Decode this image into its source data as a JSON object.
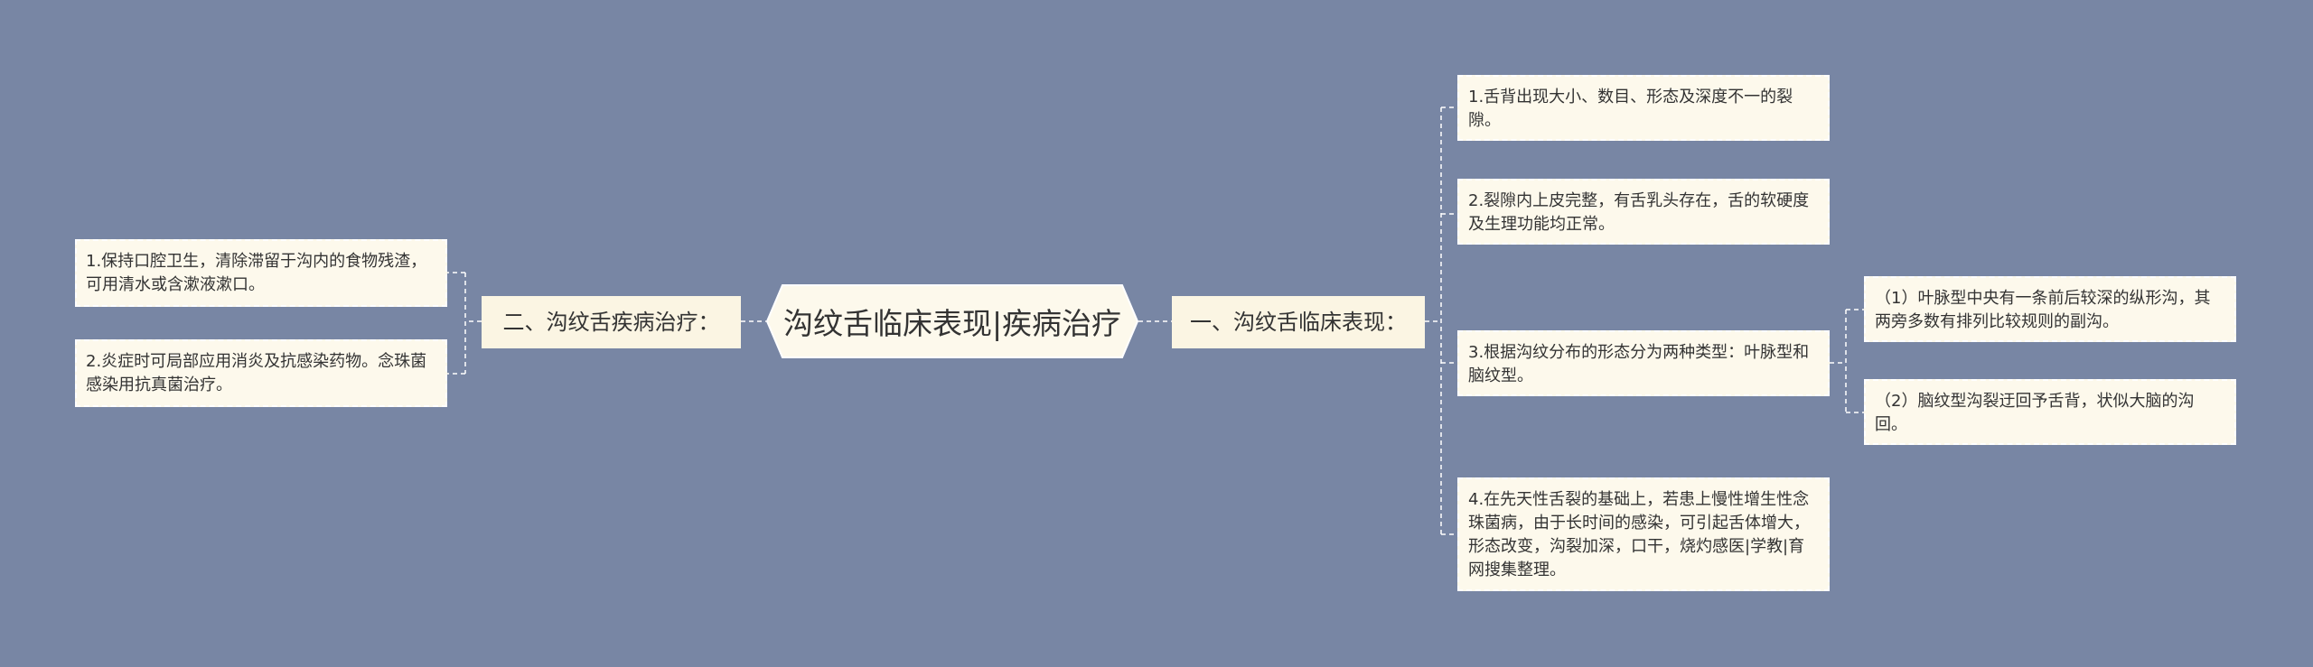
{
  "root": {
    "title": "沟纹舌临床表现|疾病治疗"
  },
  "left_branch": {
    "label": "二、沟纹舌疾病治疗：",
    "items": [
      "1.保持口腔卫生，清除滞留于沟内的食物残渣，可用清水或含漱液漱口。",
      "2.炎症时可局部应用消炎及抗感染药物。念珠菌感染用抗真菌治疗。"
    ]
  },
  "right_branch": {
    "label": "一、沟纹舌临床表现：",
    "items": [
      "1.舌背出现大小、数目、形态及深度不一的裂隙。",
      "2.裂隙内上皮完整，有舌乳头存在，舌的软硬度及生理功能均正常。",
      "3.根据沟纹分布的形态分为两种类型：叶脉型和脑纹型。",
      "4.在先天性舌裂的基础上，若患上慢性增生性念珠菌病，由于长时间的感染，可引起舌体增大，形态改变，沟裂加深，口干，烧灼感医|学教|育网搜集整理。"
    ],
    "sub_items": [
      "（1）叶脉型中央有一条前后较深的纵形沟，其两旁多数有排列比较规则的副沟。",
      "（2）脑纹型沟裂迂回予舌背，状似大脑的沟回。"
    ]
  },
  "colors": {
    "background": "#7886a4",
    "node_fill": "#fdf9ec",
    "connector": "#ffffff"
  }
}
